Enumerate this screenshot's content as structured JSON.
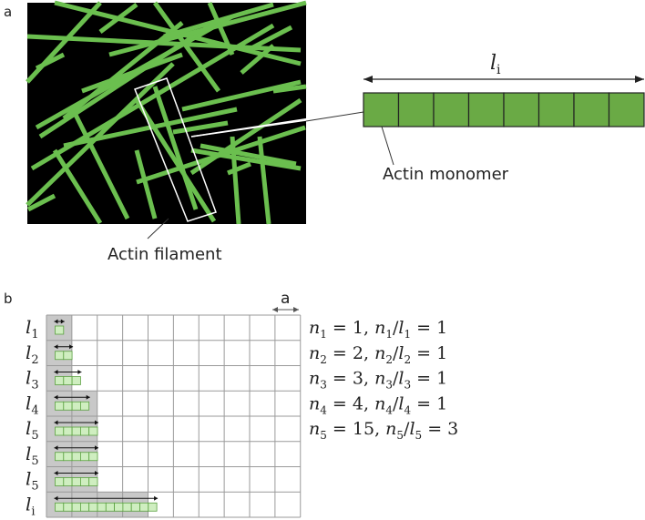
{
  "panel_a": {
    "panel_label": "a",
    "length_symbol": "l",
    "length_subscript": "i",
    "monomer_label": "Actin monomer",
    "filament_label": "Actin filament",
    "monomer_count": 8,
    "colors": {
      "filament": "#6bbf4f",
      "monomer_fill": "#6aaa45",
      "background": "#000000"
    }
  },
  "panel_b": {
    "panel_label": "b",
    "unit_label": "a",
    "rows": [
      {
        "label": "l",
        "sub": "1",
        "cells": 1
      },
      {
        "label": "l",
        "sub": "2",
        "cells": 2
      },
      {
        "label": "l",
        "sub": "3",
        "cells": 3
      },
      {
        "label": "l",
        "sub": "4",
        "cells": 4
      },
      {
        "label": "l",
        "sub": "5",
        "cells": 5
      },
      {
        "label": "l",
        "sub": "5",
        "cells": 5
      },
      {
        "label": "l",
        "sub": "5",
        "cells": 5
      },
      {
        "label": "l",
        "sub": "i",
        "cells": 12
      }
    ],
    "equations": [
      {
        "n": "n",
        "ni": "1",
        "nv": "1",
        "ratio": "1"
      },
      {
        "n": "n",
        "ni": "2",
        "nv": "2",
        "ratio": "1"
      },
      {
        "n": "n",
        "ni": "3",
        "nv": "3",
        "ratio": "1"
      },
      {
        "n": "n",
        "ni": "4",
        "nv": "4",
        "ratio": "1"
      },
      {
        "n": "n",
        "ni": "5",
        "nv": "15",
        "ratio": "3"
      }
    ],
    "colors": {
      "shade": "#c8c8c8",
      "monomer_fill": "#cfeec0",
      "monomer_stroke": "#5aa040",
      "grid": "#9a9a9a"
    }
  }
}
